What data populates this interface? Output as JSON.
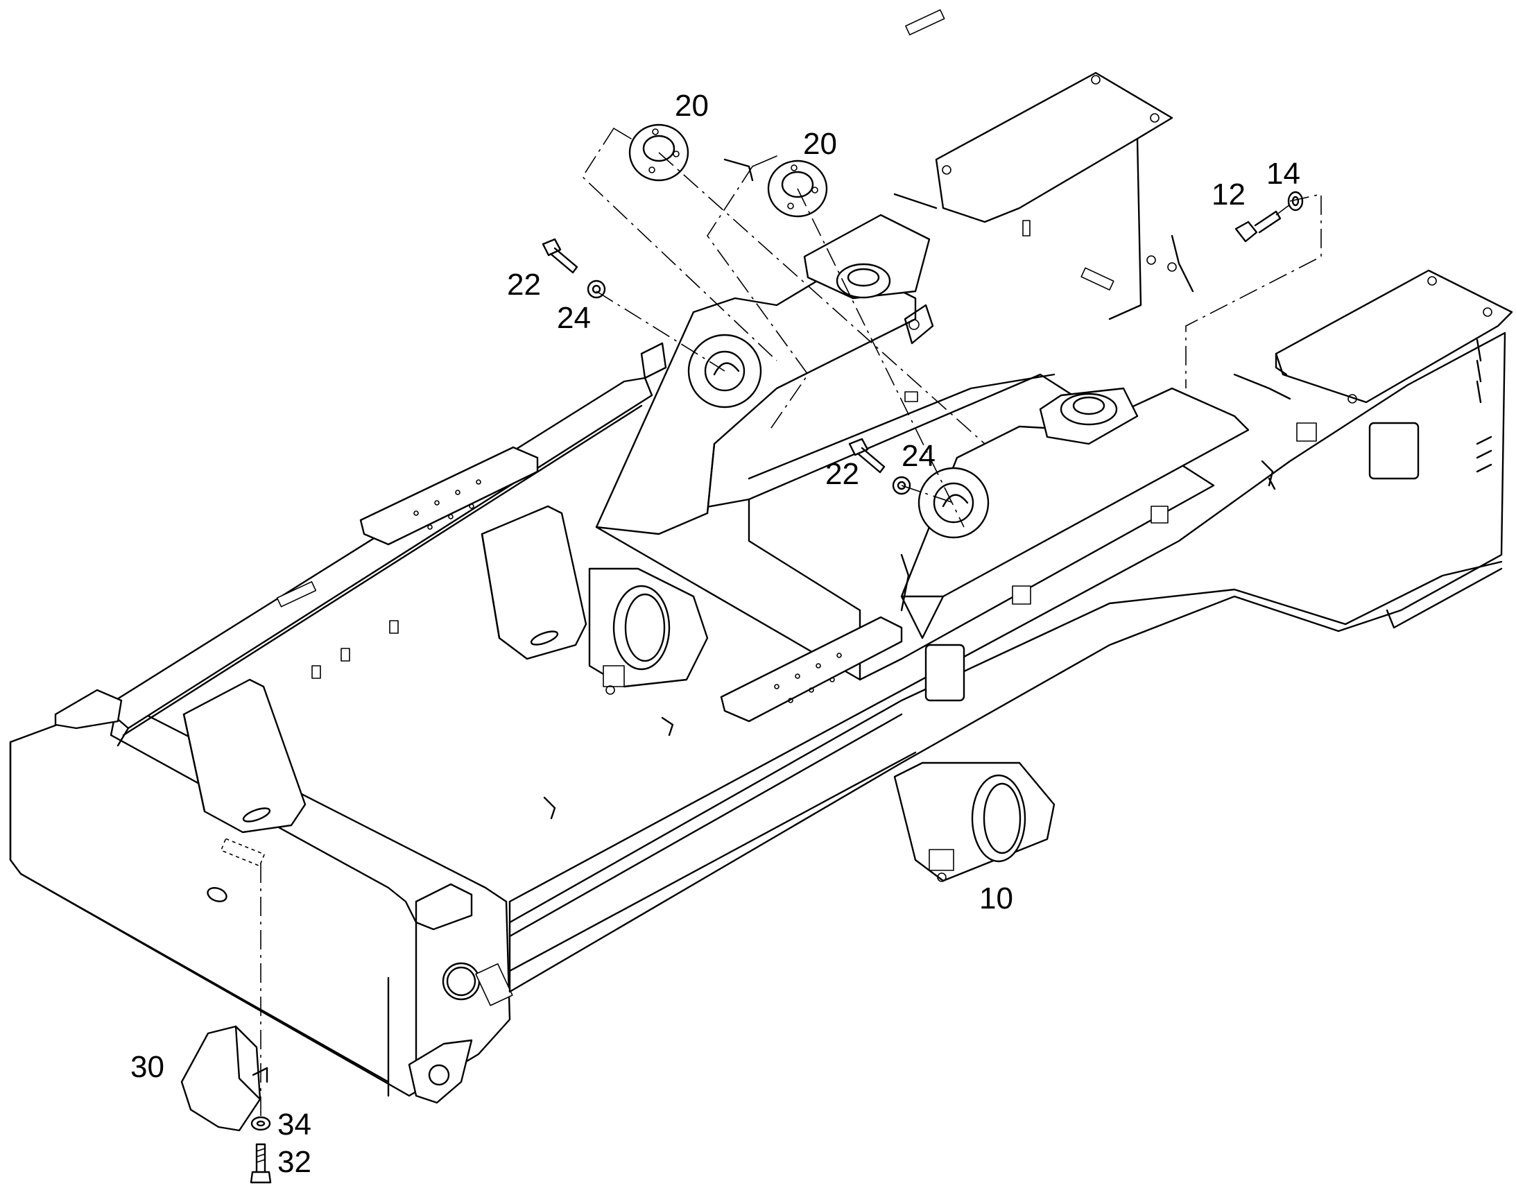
{
  "drawing": {
    "callouts": [
      {
        "id": "c20a",
        "text": "20"
      },
      {
        "id": "c20b",
        "text": "20"
      },
      {
        "id": "c12",
        "text": "12"
      },
      {
        "id": "c14",
        "text": "14"
      },
      {
        "id": "c22a",
        "text": "22"
      },
      {
        "id": "c24a",
        "text": "24"
      },
      {
        "id": "c22b",
        "text": "22"
      },
      {
        "id": "c24b",
        "text": "24"
      },
      {
        "id": "c10",
        "text": "10"
      },
      {
        "id": "c30",
        "text": "30"
      },
      {
        "id": "c34",
        "text": "34"
      },
      {
        "id": "c32",
        "text": "32"
      }
    ]
  }
}
